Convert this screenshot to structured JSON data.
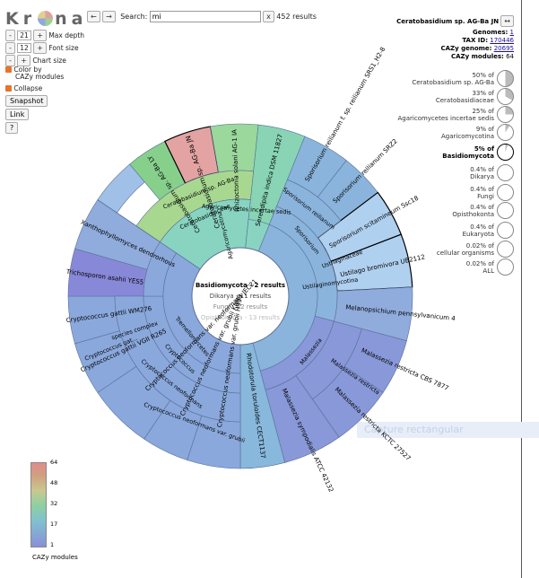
{
  "header": {
    "logo_left": "Kr",
    "logo_right": "na",
    "search_label": "Search:",
    "search_value": "mi",
    "clear_label": "x",
    "results": "452 results",
    "nav_back": "←",
    "nav_forward": "→"
  },
  "controls": {
    "max_depth_value": "21",
    "max_depth_label": "Max depth",
    "font_size_value": "12",
    "font_size_label": "Font size",
    "chart_size_label": "Chart size",
    "color_label_1": "Color by",
    "color_label_2": "CAZy modules",
    "collapse_label": "Collapse",
    "snapshot": "Snapshot",
    "link": "Link",
    "help": "?",
    "minus": "-",
    "plus": "+"
  },
  "info": {
    "title": "Ceratobasidium sp. AG-Ba JN",
    "expand": "↔",
    "genomes_label": "Genomes:",
    "genomes_value": "1",
    "taxid_label": "TAX ID:",
    "taxid_value": "170446",
    "cazy_genome_label": "CAZy genome:",
    "cazy_genome_value": "20695",
    "cazy_modules_label": "CAZy modules:",
    "cazy_modules_value": "64"
  },
  "ranks": [
    {
      "pct": "50% of",
      "name": "Ceratobasidium sp. AG-Ba",
      "bold": false,
      "fraction": 0.5
    },
    {
      "pct": "33% of",
      "name": "Ceratobasidiaceae",
      "bold": false,
      "fraction": 0.33
    },
    {
      "pct": "25% of",
      "name": "Agaricomycetes incertae sedis",
      "bold": false,
      "fraction": 0.25
    },
    {
      "pct": "9% of",
      "name": "Agaricomycotina",
      "bold": false,
      "fraction": 0.09
    },
    {
      "pct": "5% of",
      "name": "Basidiomycota",
      "bold": true,
      "fraction": 0.05
    },
    {
      "pct": "0.4% of",
      "name": "Dikarya",
      "bold": false,
      "fraction": 0.004
    },
    {
      "pct": "0.4% of",
      "name": "Fungi",
      "bold": false,
      "fraction": 0.004
    },
    {
      "pct": "0.4% of",
      "name": "Opisthokonta",
      "bold": false,
      "fraction": 0.004
    },
    {
      "pct": "0.4% of",
      "name": "Eukaryota",
      "bold": false,
      "fraction": 0.004
    },
    {
      "pct": "0.02% of",
      "name": "cellular organisms",
      "bold": false,
      "fraction": 0.0002
    },
    {
      "pct": "0.02% of",
      "name": "ALL",
      "bold": false,
      "fraction": 0.0002
    }
  ],
  "center": {
    "line1": "Basidiomycota - 2 results",
    "line2": "Dikarya - 11 results",
    "line3": "Fungi - 12 results",
    "line4": "Opisthokonta - 13 results"
  },
  "legend": {
    "ticks": [
      "64",
      "48",
      "32",
      "17",
      "1"
    ],
    "label": "CAZy modules"
  },
  "ghost_text": "Capture rectangular",
  "labels": {
    "ceratobasidium_jn": "Ceratobasidium sp. AG-Ba JN",
    "rhizoctonia": "Rhizoctonia solani AG-1 IA",
    "serendipita": "Serendipita indica DSM 11827",
    "sporisorium_reilianum_f": "Sporisorium reilianum f. sp. reilianum SRS1_H2-8",
    "sporisorium_reilianum_srz2": "Sporisorium reilianum SRZ2",
    "sporisorium_scitamineum": "Sporisorium scitamineum Ssc18",
    "ustilago": "Ustilago bromivora UB2112",
    "melanopsichium": "Melanopsichium pennsylvanicum 4",
    "malassezia_cbs": "Malassezia restricta CBS 7877",
    "malassezia_kctc": "Malassezia restricta KCTC 27527",
    "malassezia_symp": "Malassezia sympodialis ATCC 42132",
    "rhodotorula": "Rhodotorula toruloides CECT1137",
    "cryptococcus_h99": "Cryptococcus neoformans var. grubii H99",
    "cryptococcus_kn99": "Cryptococcus neoformans var. grubii KN99",
    "cryptococcus_jec21": "Cryptococcus neoformans var. neoformans JEC21",
    "cryptococcus_r265": "Cryptococcus gattii VGII R265",
    "cryptococcus_wm276": "Cryptococcus gattii WM276",
    "trichosporon": "Trichosporon asahii YES5",
    "xanthophyllomyces": "Xanthophyllomyces dendrorhous",
    "ceratobasidium_ly": "Ceratobasidium sp. AG-Ba LY",
    "ceratobasidium_ag": "Ceratobasidium sp. AG-Ba",
    "ceratobasidiaceae": "Ceratobasidiaceae",
    "agaricomycetes_is": "Agaricomycetes incertae sedis",
    "agaricomycotina": "Agaricomycotina",
    "sporisorium_reilianum": "Sporisorium reilianum",
    "sporisorium": "Sporisorium",
    "ustilaginaceae": "Ustilaginaceae",
    "ustilaginomycotina": "Ustilaginomycotina",
    "malassezia": "Malassezia",
    "malassezia_restricta": "Malassezia restricta",
    "tremellomycetes": "Tremellomycetes",
    "cryptococcus": "Cryptococcus",
    "cryptococcus_gat": "Cryptococcus gat...",
    "species_complex": "species complex",
    "cryptococcus_neoformans": "Cryptococcus neoformans",
    "cryptococcus_neo_grubii": "Cryptococcus neoformans var. grubii"
  }
}
